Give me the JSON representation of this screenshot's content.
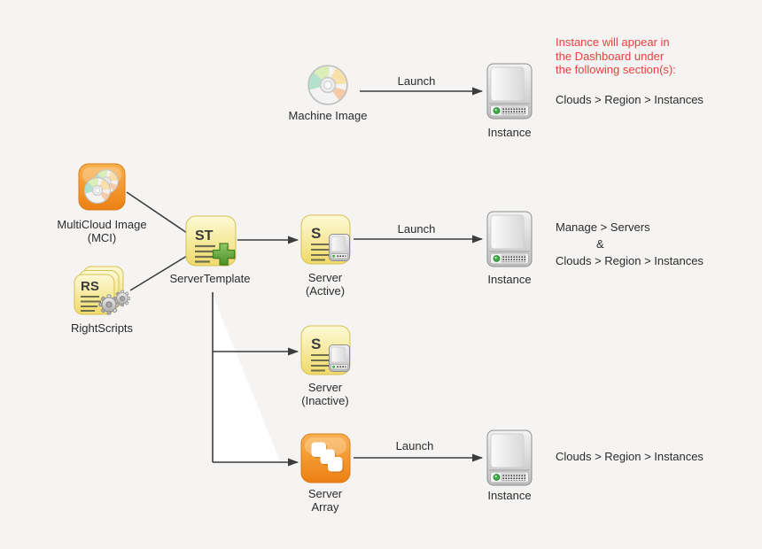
{
  "colors": {
    "background": "#f5f4f3",
    "red_text": "#e8403b",
    "body_text": "#2b2b2b",
    "connector": "#3c3c3c",
    "note_yellow": "#f0da69",
    "icon_orange": "#ec8013",
    "plus_green": "#67ae3e",
    "led_green": "#3fae47",
    "wedge": "#ffffff"
  },
  "red_note": {
    "line1": "Instance will appear in",
    "line2": "the Dashboard under",
    "line3": "the following section(s):"
  },
  "sections": {
    "top": "Clouds > Region > Instances",
    "middle_line1": "Manage > Servers",
    "middle_amp": "&",
    "middle_line2": "Clouds > Region > Instances",
    "bottom": "Clouds > Region > Instances"
  },
  "edges": {
    "launch_top": "Launch",
    "launch_middle": "Launch",
    "launch_bottom": "Launch"
  },
  "nodes": {
    "machine_image": {
      "label": "Machine Image"
    },
    "instance_top": {
      "label": "Instance"
    },
    "mci": {
      "label_line1": "MultiCloud Image",
      "label_line2": "(MCI)"
    },
    "rightscripts": {
      "label": "RightScripts",
      "badge": "RS"
    },
    "server_template": {
      "label": "ServerTemplate",
      "badge": "ST"
    },
    "server_active": {
      "label_line1": "Server",
      "label_line2": "(Active)",
      "badge": "S"
    },
    "instance_middle": {
      "label": "Instance"
    },
    "server_inactive": {
      "label_line1": "Server",
      "label_line2": "(Inactive)",
      "badge": "S"
    },
    "server_array": {
      "label_line1": "Server",
      "label_line2": "Array"
    },
    "instance_bottom": {
      "label": "Instance"
    }
  }
}
